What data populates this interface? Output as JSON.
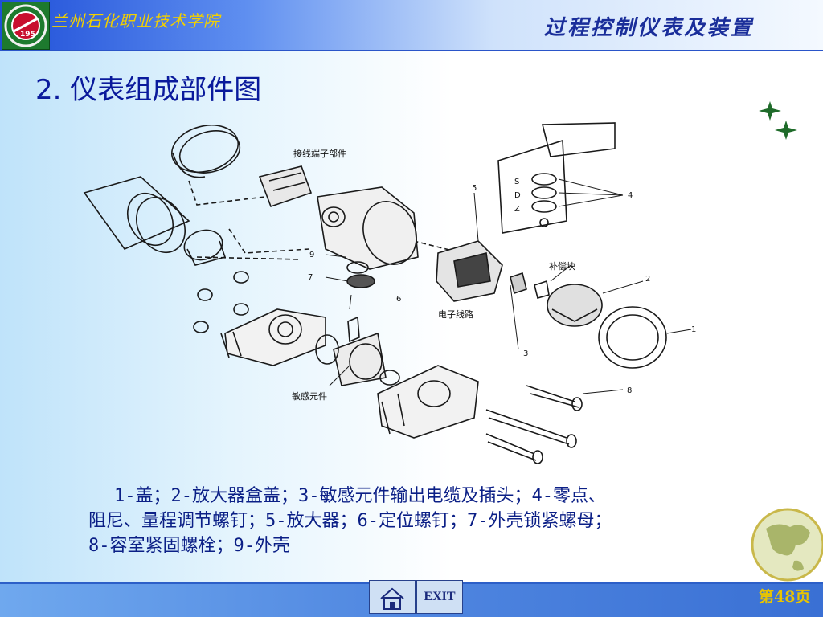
{
  "header": {
    "school_name": "兰州石化职业技术学院",
    "course_title": "过程控制仪表及装置",
    "logo_text": "195"
  },
  "slide": {
    "title": "2. 仪表组成部件图"
  },
  "diagram": {
    "labels": {
      "terminal": "接线端子部件",
      "compensator": "补偿块",
      "electronics": "电子线路",
      "sensor": "敏感元件",
      "s": "S",
      "d": "D",
      "z": "Z"
    },
    "numbers": [
      "1",
      "2",
      "3",
      "4",
      "5",
      "6",
      "7",
      "8",
      "9"
    ]
  },
  "caption": {
    "line1": "1-盖；2-放大器盒盖；3-敏感元件输出电缆及插头；4-零点、",
    "line2": "阻尼、量程调节螺钉；5-放大器；6-定位螺钉；7-外壳锁紧螺母；",
    "line3": "8-容室紧固螺栓；9-外壳"
  },
  "footer": {
    "exit_label": "EXIT",
    "page_label": "第48页"
  },
  "colors": {
    "title": "#0a1a9c",
    "caption": "#0b1f86",
    "school": "#f2d000",
    "course": "#1a2e9a"
  }
}
